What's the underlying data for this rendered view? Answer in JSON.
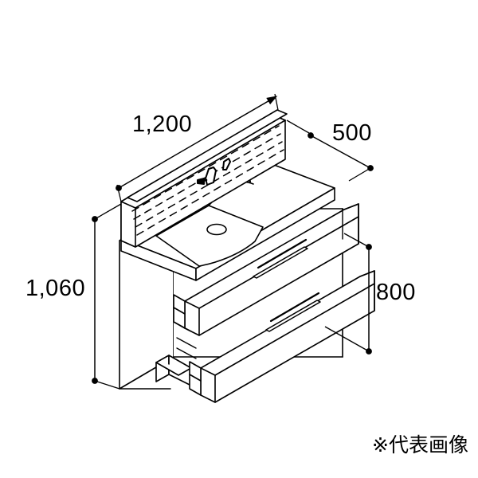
{
  "drawing": {
    "type": "isometric-line-drawing",
    "subject": "bathroom-vanity-cabinet",
    "background_color": "#ffffff",
    "line_color": "#000000",
    "fill_color": "#ffffff"
  },
  "dimensions": {
    "width": {
      "value": "1,200",
      "unit_implied": "mm",
      "position": "top-left",
      "measures": "overall width of counter and backsplash"
    },
    "depth": {
      "value": "500",
      "unit_implied": "mm",
      "position": "top-right",
      "measures": "overall depth of counter"
    },
    "total_height": {
      "value": "1,060",
      "unit_implied": "mm",
      "position": "left",
      "measures": "overall height including backsplash"
    },
    "cabinet_height": {
      "value": "800",
      "unit_implied": "mm",
      "position": "right",
      "measures": "cabinet body height"
    }
  },
  "caption": {
    "text": "※代表画像",
    "meaning_note": "representative image"
  },
  "components": {
    "backsplash": "hatched raised back panel",
    "faucet": "single-lever mixer tap",
    "basin": "integrated counter basin with drain",
    "drawer_upper": "upper drawer with bar handle",
    "drawer_lower": "lower drawer with bar handle",
    "toe_kick": "recessed plinth at base"
  }
}
